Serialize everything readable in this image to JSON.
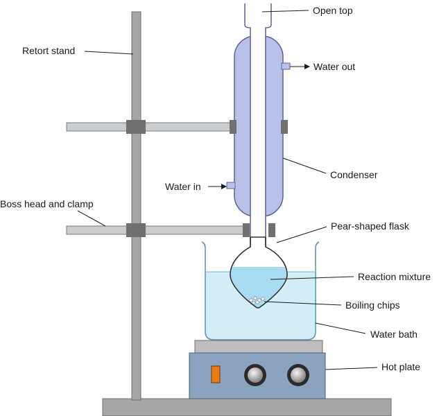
{
  "labels": {
    "open_top": "Open top",
    "retort_stand": "Retort stand",
    "water_out": "Water out",
    "condenser": "Condenser",
    "water_in": "Water in",
    "boss_head_clamp": "Boss head and clamp",
    "pear_flask": "Pear-shaped flask",
    "reaction_mixture": "Reaction mixture",
    "boiling_chips": "Boiling chips",
    "water_bath": "Water bath",
    "hot_plate": "Hot plate"
  },
  "colors": {
    "stand": "#a6a6a6",
    "clamp": "#707070",
    "condenser_jacket": "#b9c1e8",
    "condenser_outline": "#5a629c",
    "glass": "#ffffff",
    "water": "#d3eef8",
    "mixture": "#a8dcf3",
    "hot_plate": "#8ca3c0",
    "indicator": "#f07a12"
  },
  "icons": {
    "arrow": "arrowhead",
    "knob": "circular-knob"
  }
}
